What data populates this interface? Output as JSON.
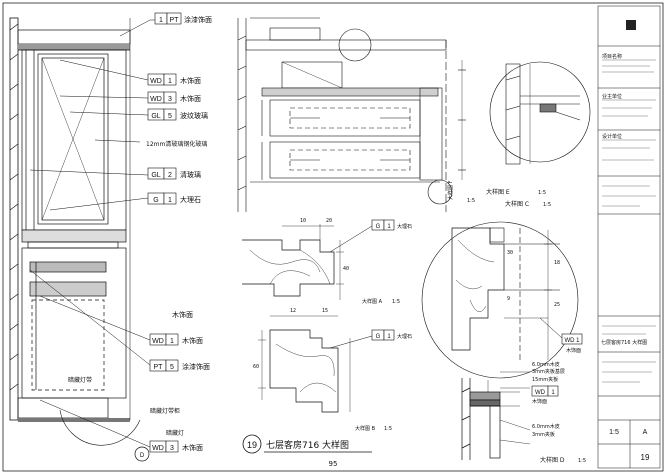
{
  "left_elevation": {
    "tags": {
      "pt1": {
        "code": "PT",
        "num": "1",
        "desc": "涂漆饰面"
      },
      "wd1": {
        "code": "WD",
        "num": "1",
        "desc": "木饰面"
      },
      "wd3": {
        "code": "WD",
        "num": "3",
        "desc": "木饰面"
      },
      "gl5": {
        "code": "GL",
        "num": "5",
        "desc": "波纹玻璃"
      },
      "gl2": {
        "code": "GL",
        "num": "2",
        "desc": "清玻璃"
      },
      "g1": {
        "code": "G",
        "num": "1",
        "desc": "大理石"
      },
      "wd1b": {
        "code": "WD",
        "num": "1",
        "desc": "木饰面"
      },
      "pt5": {
        "code": "PT",
        "num": "5",
        "desc": "涂漆饰面"
      },
      "wd3b": {
        "code": "WD",
        "num": "3",
        "desc": "木饰面"
      }
    },
    "note_glass": "12mm清玻璃钢化玻璃",
    "note_wood": "木饰面",
    "note_leds": "暗藏灯带",
    "note_cabinet": "暗藏灯带柜",
    "note_bottom": "暗藏灯",
    "detail_marker": "D"
  },
  "details": {
    "a": {
      "tag_code": "G",
      "tag_num": "1",
      "tag_desc": "大理石",
      "title": "大样图 A",
      "scale": "1:5"
    },
    "b": {
      "tag_code": "G",
      "tag_num": "1",
      "tag_desc": "大理石",
      "title": "大样图 B",
      "scale": "1:5"
    },
    "c": {
      "title": "大样图 C",
      "scale": "1:5"
    },
    "d": {
      "title": "大样图 D",
      "scale": "1:5",
      "wd1": {
        "code": "WD",
        "num": "1",
        "desc": "木饰面"
      },
      "note1": "6.0mm木皮",
      "note2": "3mm夹板基层",
      "note3": "15mm夹板",
      "note4": "6.0mm木皮",
      "note5": "3mm夹板"
    },
    "e": {
      "title": "大样图 E",
      "scale": "1:5",
      "tag": "WD 1",
      "label": "木饰面"
    },
    "f": {
      "title": "大样图 F",
      "scale": "1:5"
    },
    "dims": {
      "d10": "10",
      "d20": "20",
      "d12": "12",
      "d15": "15",
      "d40": "40",
      "d60": "60",
      "d30": "30",
      "d18": "18",
      "d9": "9",
      "d25": "25"
    }
  },
  "sheet": {
    "number": "19",
    "title": "七层客房716 大样图",
    "page": "95"
  },
  "title_block": {
    "project_cn": "项目名称",
    "client": "业主单位",
    "designer": "设计单位",
    "drawing_title": "七层客房716 大样图",
    "drawing_no": "19",
    "rev": "A",
    "scale": "1:5"
  }
}
